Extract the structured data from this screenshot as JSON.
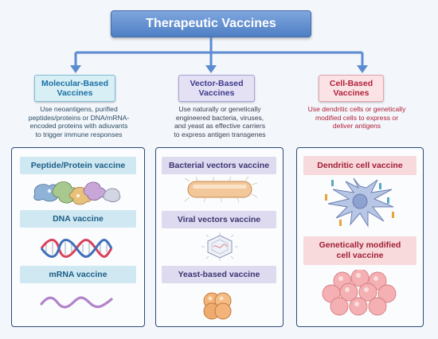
{
  "title": "Therapeutic Vaccines",
  "colors": {
    "title_bg": "#5b8bd0",
    "arrow": "#5b8bd0",
    "panel_border": "#2c4b78",
    "molecular_accent": "#1b6fa3",
    "vector_accent": "#3f3a8c",
    "cell_accent": "#b1203a"
  },
  "categories": [
    {
      "title": "Molecular-Based\nVaccines",
      "description": "Use neoantigens, purified\npeptides/proteins or DNA/mRNA-\nencoded proteins with adiuvants\nto trigger immune responses",
      "vaccines": [
        "Peptide/Protein vaccine",
        "DNA vaccine",
        "mRNA vaccine"
      ]
    },
    {
      "title": "Vector-Based\nVaccines",
      "description": "Use naturally or genetically\nengineered bacteria, viruses,\nand yeast as effective carriers\nto express antigen transgenes",
      "vaccines": [
        "Bacterial vectors vaccine",
        "Viral vectors vaccine",
        "Yeast-based vaccine"
      ]
    },
    {
      "title": "Cell-Based\nVaccines",
      "description": "Use dendritic cells or genetically\nmodified cells to express or\ndeliver antigens",
      "vaccines": [
        "Dendritic cell vaccine",
        "Genetically modified\ncell vaccine"
      ]
    }
  ],
  "icons": [
    "protein-cluster-icon",
    "dna-helix-icon",
    "mrna-strand-icon",
    "bacterium-icon",
    "virus-icon",
    "yeast-cells-icon",
    "dendritic-cell-icon",
    "cell-cluster-icon"
  ]
}
